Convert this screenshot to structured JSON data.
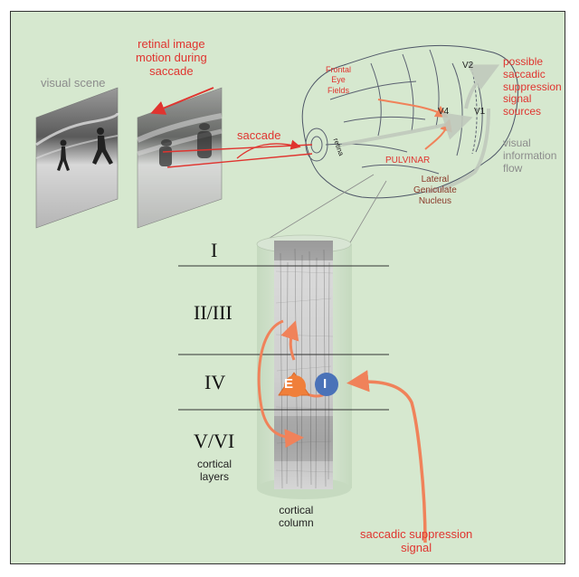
{
  "top": {
    "visual_scene": "visual scene",
    "retinal_motion": [
      "retinal image",
      "motion during",
      "saccade"
    ],
    "saccade": "saccade"
  },
  "brain": {
    "frontal_eye_fields": [
      "Frontal",
      "Eye",
      "Fields"
    ],
    "v2": "V2",
    "v1": "V1",
    "v4": "V4",
    "retina": "retina",
    "pulvinar": "PULVINAR",
    "lgn": [
      "Lateral",
      "Geniculate",
      "Nucleus"
    ],
    "suppression_sources": [
      "possible",
      "saccadic",
      "suppression",
      "signal",
      "sources"
    ],
    "info_flow": [
      "visual",
      "information",
      "flow"
    ]
  },
  "column": {
    "layers": [
      "I",
      "II/III",
      "IV",
      "V/VI"
    ],
    "cortical_layers": [
      "cortical",
      "layers"
    ],
    "cortical_column": [
      "cortical",
      "column"
    ],
    "excitatory": "E",
    "inhibitory": "I",
    "suppression_signal": [
      "saccadic suppression",
      "signal"
    ]
  },
  "colors": {
    "background": "#d6e8cf",
    "red_text": "#e0342f",
    "arrow_orange": "#f0825a",
    "inhibitory_blue": "#4a72b8",
    "excitatory_orange": "#f07f3a"
  }
}
